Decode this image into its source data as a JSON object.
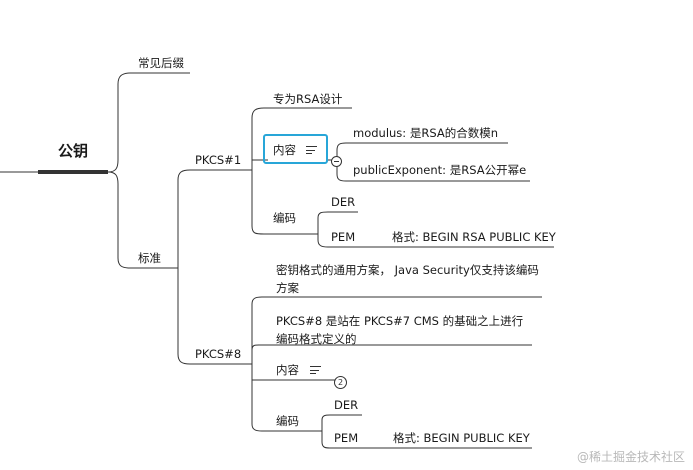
{
  "mindmap": {
    "root": "公钥",
    "common_suffix": "常见后缀",
    "standards": "标准",
    "pkcs1": {
      "title": "PKCS#1",
      "rsa_design": "专为RSA设计",
      "content": "内容",
      "modulus": "modulus: 是RSA的合数模n",
      "public_exponent": "publicExponent: 是RSA公开幂e",
      "encoding": "编码",
      "der": "DER",
      "pem": "PEM",
      "pem_format": "格式: BEGIN RSA PUBLIC KEY"
    },
    "pkcs8": {
      "title": "PKCS#8",
      "general_scheme": "密钥格式的通用方案，  Java Security仅支持该编码方案",
      "based_on_cms": "PKCS#8 是站在 PKCS#7 CMS 的基础之上进行编码格式定义的",
      "content": "内容",
      "collapsed_count": "2",
      "encoding": "编码",
      "der": "DER",
      "pem": "PEM",
      "pem_format": "格式: BEGIN PUBLIC KEY"
    }
  },
  "watermark": "@稀土掘金技术社区",
  "colors": {
    "line": "#333333",
    "selection": "#28a6d8",
    "watermark": "#b8b8b8"
  }
}
